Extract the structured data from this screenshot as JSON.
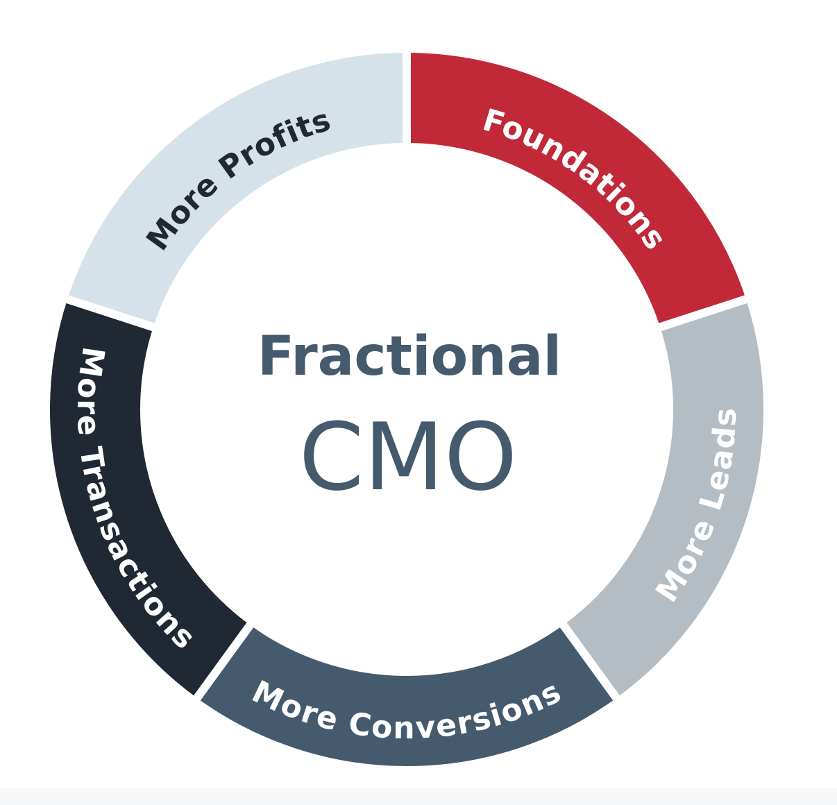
{
  "diagram": {
    "center": {
      "line1": "Fractional",
      "line2": "CMO",
      "color": "#455a6d"
    },
    "segments": [
      {
        "id": "foundations",
        "label": "Foundations",
        "fill": "#c12838",
        "text_color": "#ffffff"
      },
      {
        "id": "more-leads",
        "label": "More Leads",
        "fill": "#b4bdc3",
        "text_color": "#ffffff"
      },
      {
        "id": "more-conversions",
        "label": "More Conversions",
        "fill": "#455a6d",
        "text_color": "#ffffff"
      },
      {
        "id": "more-transactions",
        "label": "More Transactions",
        "fill": "#1f2833",
        "text_color": "#ffffff"
      },
      {
        "id": "more-profits",
        "label": "More Profits",
        "fill": "#d6e2e9",
        "text_color": "#1f2833"
      }
    ]
  }
}
